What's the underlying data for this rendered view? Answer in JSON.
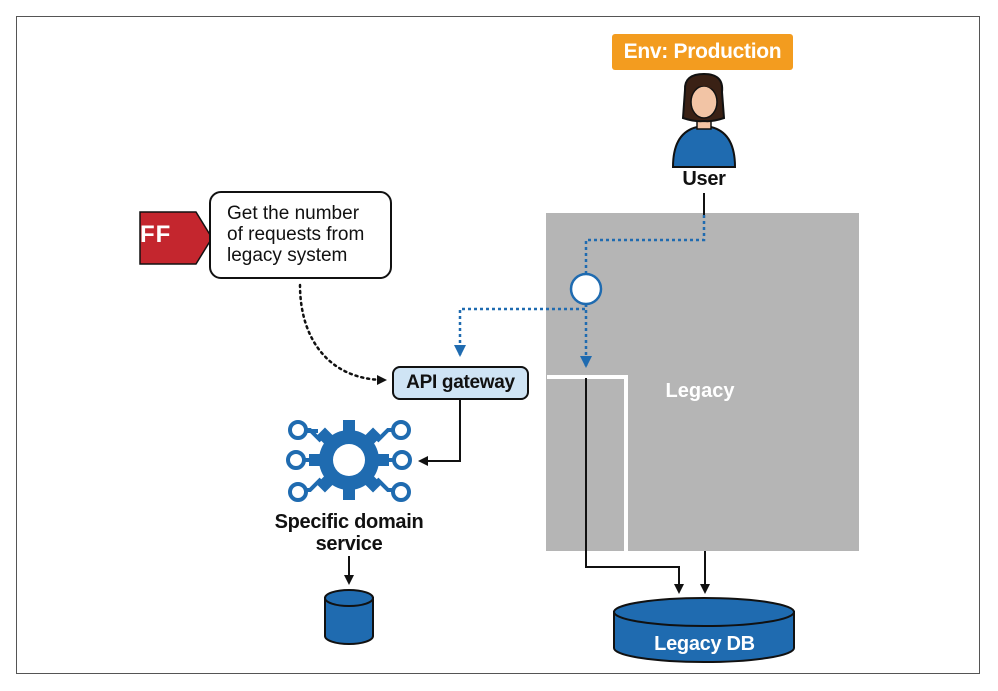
{
  "environment": {
    "label": "Env: Production",
    "color": "#f39c1f"
  },
  "user": {
    "label": "User"
  },
  "feature_flag": {
    "tag": "FF",
    "note_lines": [
      "Get the number",
      "of requests from",
      "legacy system"
    ],
    "tag_color": "#c4262e"
  },
  "api_gateway": {
    "label": "API gateway",
    "fill": "#cfe4f5"
  },
  "legacy": {
    "label": "Legacy",
    "fill": "#b5b5b5"
  },
  "domain_service": {
    "label_lines": [
      "Specific domain",
      "service"
    ],
    "icon": "gear-circuit-icon"
  },
  "legacy_db": {
    "label": "Legacy DB",
    "fill": "#1f6bb0"
  },
  "colors": {
    "flow": "#1f6bb0",
    "line": "#111111"
  }
}
